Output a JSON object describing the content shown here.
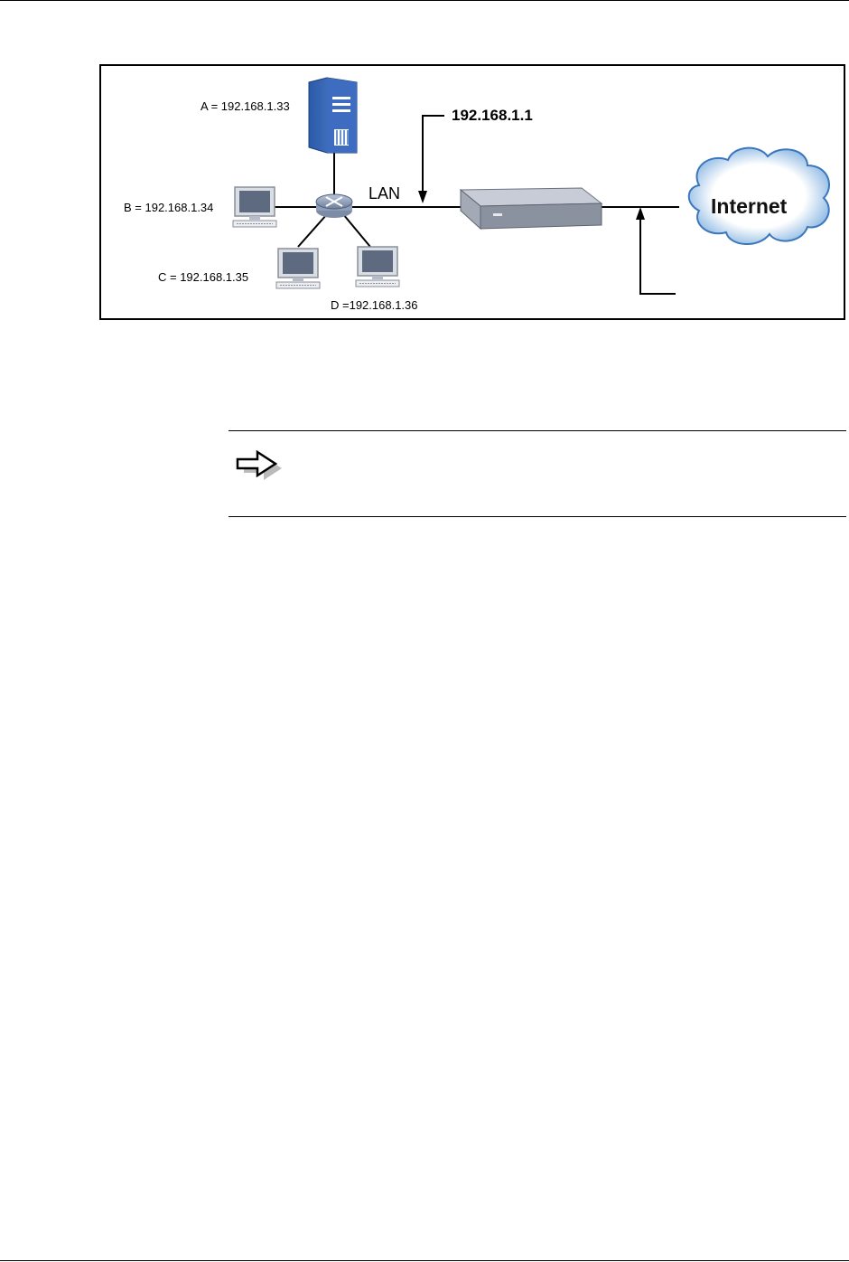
{
  "diagram": {
    "hosts": [
      {
        "label": "A = 192.168.1.33",
        "device": "server"
      },
      {
        "label": "B = 192.168.1.34",
        "device": "computer"
      },
      {
        "label": "C  = 192.168.1.35",
        "device": "computer"
      },
      {
        "label": "D =192.168.1.36",
        "device": "computer"
      }
    ],
    "lan_label": "LAN",
    "gateway_ip": "192.168.1.1",
    "internet_label": "Internet",
    "icons": [
      "server-icon",
      "computer-icon",
      "hub-icon",
      "router-icon",
      "cloud-icon",
      "arrow-right-icon"
    ]
  },
  "note": {
    "icon": "arrow-right-icon"
  }
}
